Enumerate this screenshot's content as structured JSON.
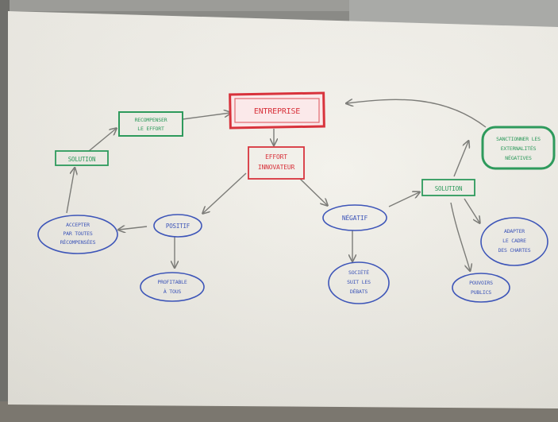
{
  "nodes": {
    "center": "ENTREPRISE",
    "effort": [
      "EFFORT",
      "INNOVATEUR"
    ],
    "recompenser": [
      "RECOMPENSER",
      "LE EFFORT"
    ],
    "solution_left": "SOLUTION",
    "sanctionner": [
      "SANCTIONNER LES",
      "EXTERNALITÉS",
      "NÉGATIVES"
    ],
    "positif": "POSITIF",
    "negatif": "NÉGATIF",
    "solution_right": "SOLUTION",
    "accepter": [
      "ACCEPTER",
      "PAR TOUTES",
      "RÉCOMPENSÉES"
    ],
    "profitable": [
      "PROFITABLE",
      "À TOUS"
    ],
    "societe": [
      "SOCIÉTÉ",
      "SUIT LES",
      "DÉBATS"
    ],
    "adapter": [
      "ADAPTER",
      "LE CADRE",
      "DES CHARTES"
    ],
    "pouvoirs": [
      "POUVOIRS",
      "PUBLICS"
    ]
  },
  "colors": {
    "red": "#d8333c",
    "green": "#2e9a5c",
    "blue": "#3d55b8",
    "arrow": "#7c7c78"
  }
}
